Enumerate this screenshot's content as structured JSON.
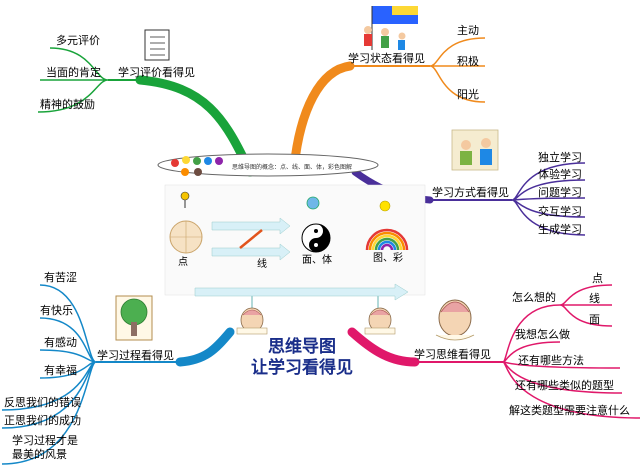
{
  "center": {
    "line1": "思维导图",
    "line2": "让学习看得见"
  },
  "branches": {
    "evaluation": {
      "title": "学习评价看得见",
      "color": "#19a33a",
      "items": [
        "多元评价",
        "当面的肯定",
        "精神的鼓励"
      ]
    },
    "state": {
      "title": "学习状态看得见",
      "color": "#f08a1c",
      "items": [
        "主动",
        "积极",
        "阳光"
      ]
    },
    "method": {
      "title": "学习方式看得见",
      "color": "#4a2f9a",
      "items": [
        "独立学习",
        "体验学习",
        "问题学习",
        "交互学习",
        "生成学习"
      ]
    },
    "process": {
      "title": "学习过程看得见",
      "color": "#1488c8",
      "items": [
        "有苦涩",
        "有快乐",
        "有感动",
        "有幸福",
        "反思我们的错误",
        "正思我们的成功"
      ],
      "last_line1": "学习过程才是",
      "last_line2": "最美的风景"
    },
    "thinking": {
      "title": "学习思维看得见",
      "color": "#e0186a",
      "how_label": "怎么想的",
      "how_items": [
        "点",
        "线",
        "面"
      ],
      "items": [
        "我想怎么做",
        "还有哪些方法",
        "还有哪些类似的题型",
        "解这类题型需要注意什么"
      ]
    }
  },
  "middle": {
    "palette_text": "思维导图的概念：点、线、面、体，彩色图解",
    "point_label": "点",
    "line_label": "线",
    "surface_label": "面、体",
    "color_label": "图、彩"
  },
  "icon_names": [
    "palette-icon",
    "pin-icon",
    "globe-icon",
    "yin-yang-icon",
    "smiley-icon",
    "rainbow-icon",
    "brain-head-icon",
    "tree-icon",
    "checklist-icon",
    "flag-people-icon",
    "reading-people-icon"
  ]
}
